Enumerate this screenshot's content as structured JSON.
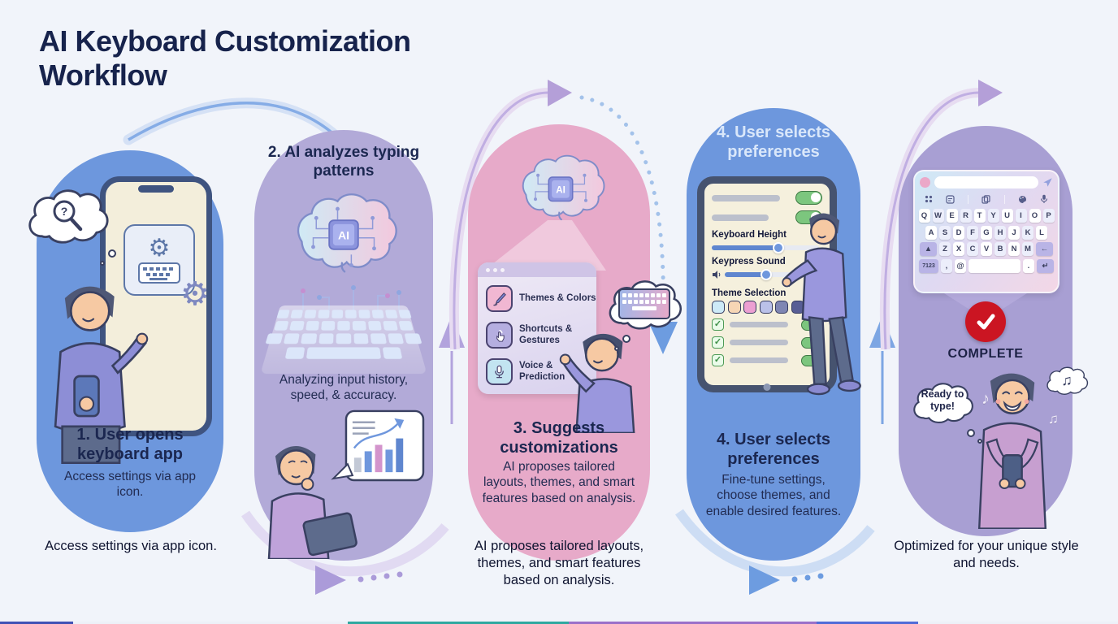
{
  "title": "AI Keyboard Customization Workflow",
  "colors": {
    "background": "#f1f4fa",
    "navy_text": "#1b2750",
    "pill_blue": "#6d97dd",
    "pill_lavender": "#b2aad8",
    "pill_pink": "#e7aac9",
    "pill_purple": "#a89fd3",
    "complete_red": "#cb1522",
    "toggle_green": "#7cc67e"
  },
  "step1": {
    "heading": "1. User opens keyboard app",
    "subtext": "Access settings via app icon.",
    "caption": "Access settings via app icon."
  },
  "step2": {
    "heading": "2. AI analyzes typing patterns",
    "subtext": "Analyzing input history, speed, & accuracy.",
    "chip_label": "AI"
  },
  "step3": {
    "heading": "3. Suggests customizations",
    "subtext": "AI proposes tailored layouts, themes, and smart features based on analysis.",
    "caption": "AI proposes tailored layouts, themes, and smart features based on analysis.",
    "chip_label": "AI",
    "menu_items": [
      {
        "label": "Themes & Colors",
        "icon": "paintbrush-icon"
      },
      {
        "label": "Shortcuts & Gestures",
        "icon": "tap-gesture-icon"
      },
      {
        "label": "Voice & Prediction",
        "icon": "microphone-icon"
      }
    ]
  },
  "step4": {
    "heading_top": "4. User selects preferences",
    "heading": "4. User selects preferences",
    "subtext": "Fine-tune settings, choose themes, and enable desired features.",
    "settings": {
      "slider1_label": "Keyboard Height",
      "slider2_label": "Keypress Sound",
      "theme_label": "Theme Selection",
      "theme_swatches": [
        "#cdeaf7",
        "#f6d6b5",
        "#ec9fd2",
        "#bac1e9",
        "#7f86b3",
        "#585e95",
        "#3c4273"
      ]
    }
  },
  "step5": {
    "badge_label": "COMPLETE",
    "thought": "Ready to type!",
    "caption": "Optimized for your unique style and needs.",
    "keyboard": {
      "rows": [
        [
          "Q",
          "W",
          "E",
          "R",
          "T",
          "Y",
          "U",
          "I",
          "O",
          "P"
        ],
        [
          "A",
          "S",
          "D",
          "F",
          "G",
          "H",
          "J",
          "K",
          "L"
        ],
        [
          "shift",
          "Z",
          "X",
          "C",
          "V",
          "B",
          "N",
          "M",
          "backspace"
        ],
        [
          "7123",
          ",",
          "@",
          "space",
          ".",
          "enter"
        ]
      ]
    }
  }
}
